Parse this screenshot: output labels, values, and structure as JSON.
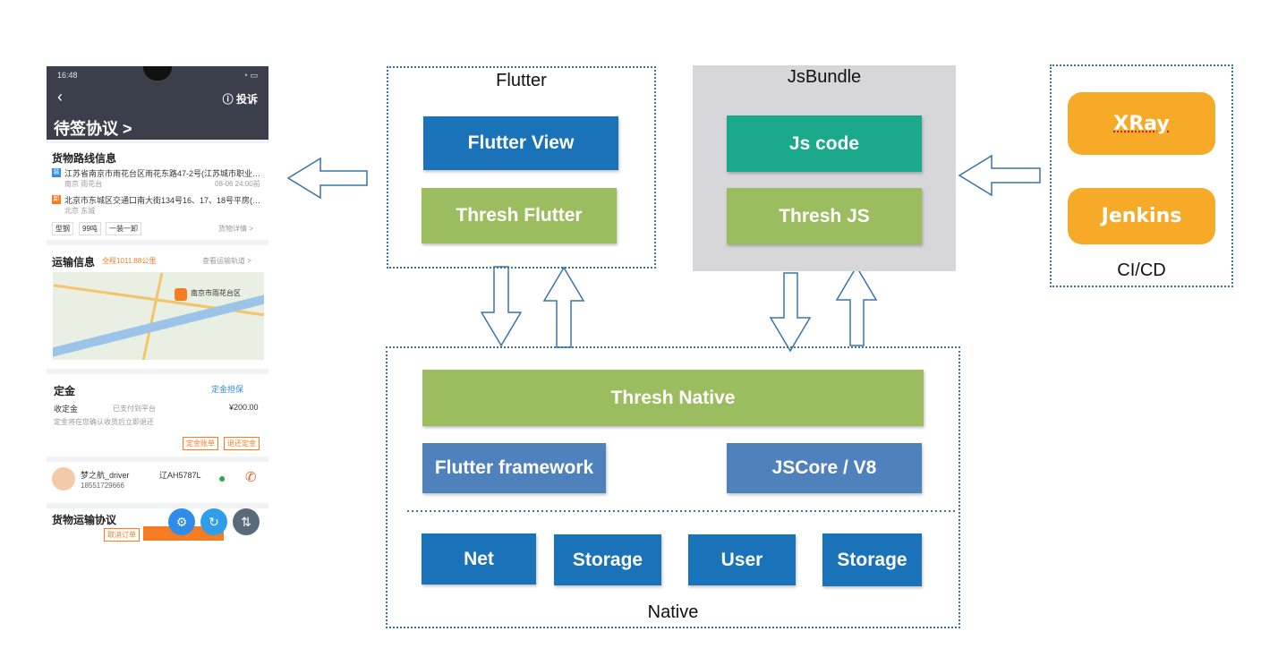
{
  "phone": {
    "status_time": "16:48",
    "complain": "投诉",
    "title": "待签协议 >",
    "route": {
      "heading": "货物路线信息",
      "from_tag": "装",
      "from_addr": "江苏省南京市雨花台区雨花东路47-2号(江苏城市职业…",
      "from_city": "南京 雨花台",
      "from_time": "08-06 24:00前",
      "to_tag": "卸",
      "to_addr": "北京市东城区交通口南大街134号16、17、18号平房(…",
      "to_city": "北京 东城",
      "chips": [
        "型钢",
        "99吨",
        "一装一卸"
      ],
      "detail_link": "货物详情 >"
    },
    "transport": {
      "heading": "运输信息",
      "distance": "全程1011.88公里",
      "track_link": "查看运输轨道 >",
      "map_label": "南京市雨花台区"
    },
    "deposit": {
      "heading": "定金",
      "guarantee": "定金担保",
      "label": "收定金",
      "status": "已支付到平台",
      "amount": "¥200.00",
      "note": "定金将在您确认收货后立即退还",
      "btn1": "定金账单",
      "btn2": "退还定金"
    },
    "driver": {
      "name": "梦之航_driver",
      "plate": "辽AH5787L",
      "phone": "18551729666"
    },
    "bottom": {
      "heading": "货物运输协议",
      "cancel": "取消订单"
    }
  },
  "flutter": {
    "label": "Flutter",
    "view": "Flutter View",
    "thresh": "Thresh Flutter"
  },
  "jsbundle": {
    "label": "JsBundle",
    "code": "Js code",
    "thresh": "Thresh JS"
  },
  "cicd": {
    "label": "CI/CD",
    "xray": "XRay",
    "jenkins": "Jenkins"
  },
  "native": {
    "label": "Native",
    "thresh": "Thresh Native",
    "flutter_framework": "Flutter framework",
    "jscore": "JSCore / V8",
    "modules": [
      "Net",
      "Storage",
      "User",
      "Storage"
    ]
  },
  "colors": {
    "blue": "#1a73b9",
    "green": "#9bbd5f",
    "teal": "#1aa98b",
    "steel": "#4f81bd",
    "orange": "#f7a928",
    "gray": "#d7d7d9",
    "border": "#3a73a8"
  }
}
